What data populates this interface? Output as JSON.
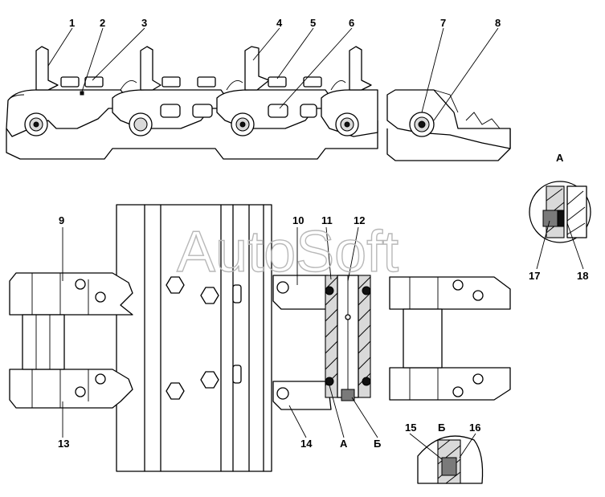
{
  "watermark": "AutoSoft",
  "callouts": {
    "c1": "1",
    "c2": "2",
    "c3": "3",
    "c4": "4",
    "c5": "5",
    "c6": "6",
    "c7": "7",
    "c8": "8",
    "c9": "9",
    "c10": "10",
    "c11": "11",
    "c12": "12",
    "c13": "13",
    "c14": "14",
    "c15": "15",
    "c16": "16",
    "c17": "17",
    "c18": "18"
  },
  "section_labels": {
    "detail_a_title": "А",
    "marker_a": "А",
    "marker_b": "Б",
    "detail_b_title": "Б"
  }
}
